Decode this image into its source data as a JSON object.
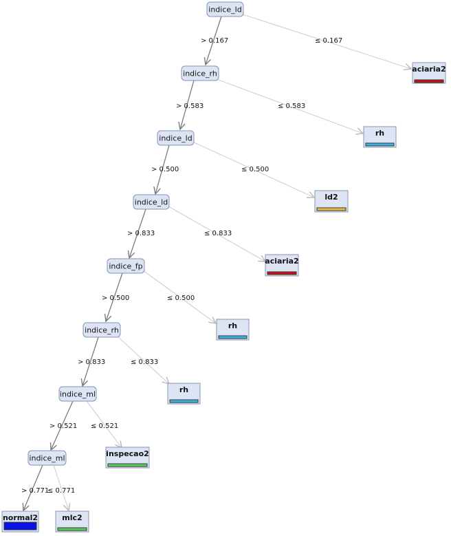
{
  "colors": {
    "aciaria2": "#c81414",
    "rh": "#3cb4e6",
    "ld2": "#f0c03c",
    "inspecao2": "#5ad25a",
    "normal2": "#0a14e6",
    "mlc2": "#5ad25a"
  },
  "nodes": {
    "n1": "indice_ld",
    "n2": "indice_rh",
    "n3": "indice_ld",
    "n4": "indice_ld",
    "n5": "indice_fp",
    "n6": "indice_rh",
    "n7": "indice_ml",
    "n8": "indice_ml"
  },
  "leaves": {
    "l1": {
      "label": "aciaria2",
      "color_key": "aciaria2"
    },
    "l2": {
      "label": "rh",
      "color_key": "rh"
    },
    "l3": {
      "label": "ld2",
      "color_key": "ld2"
    },
    "l4": {
      "label": "aciaria2",
      "color_key": "aciaria2"
    },
    "l5": {
      "label": "rh",
      "color_key": "rh"
    },
    "l6": {
      "label": "rh",
      "color_key": "rh"
    },
    "l7": {
      "label": "inspecao2",
      "color_key": "inspecao2"
    },
    "l8": {
      "label": "normal2",
      "color_key": "normal2"
    },
    "l9": {
      "label": "mlc2",
      "color_key": "mlc2"
    }
  },
  "edges": {
    "e1": "> 0.167",
    "e2": "≤ 0.167",
    "e3": "> 0.583",
    "e4": "≤ 0.583",
    "e5": "> 0.500",
    "e6": "≤ 0.500",
    "e7": "> 0.833",
    "e8": "≤ 0.833",
    "e9": "> 0.500",
    "e10": "≤ 0.500",
    "e11": "> 0.833",
    "e12": "≤ 0.833",
    "e13": "> 0.521",
    "e14": "≤ 0.521",
    "e15": "> 0.771",
    "e16": "≤ 0.771"
  }
}
